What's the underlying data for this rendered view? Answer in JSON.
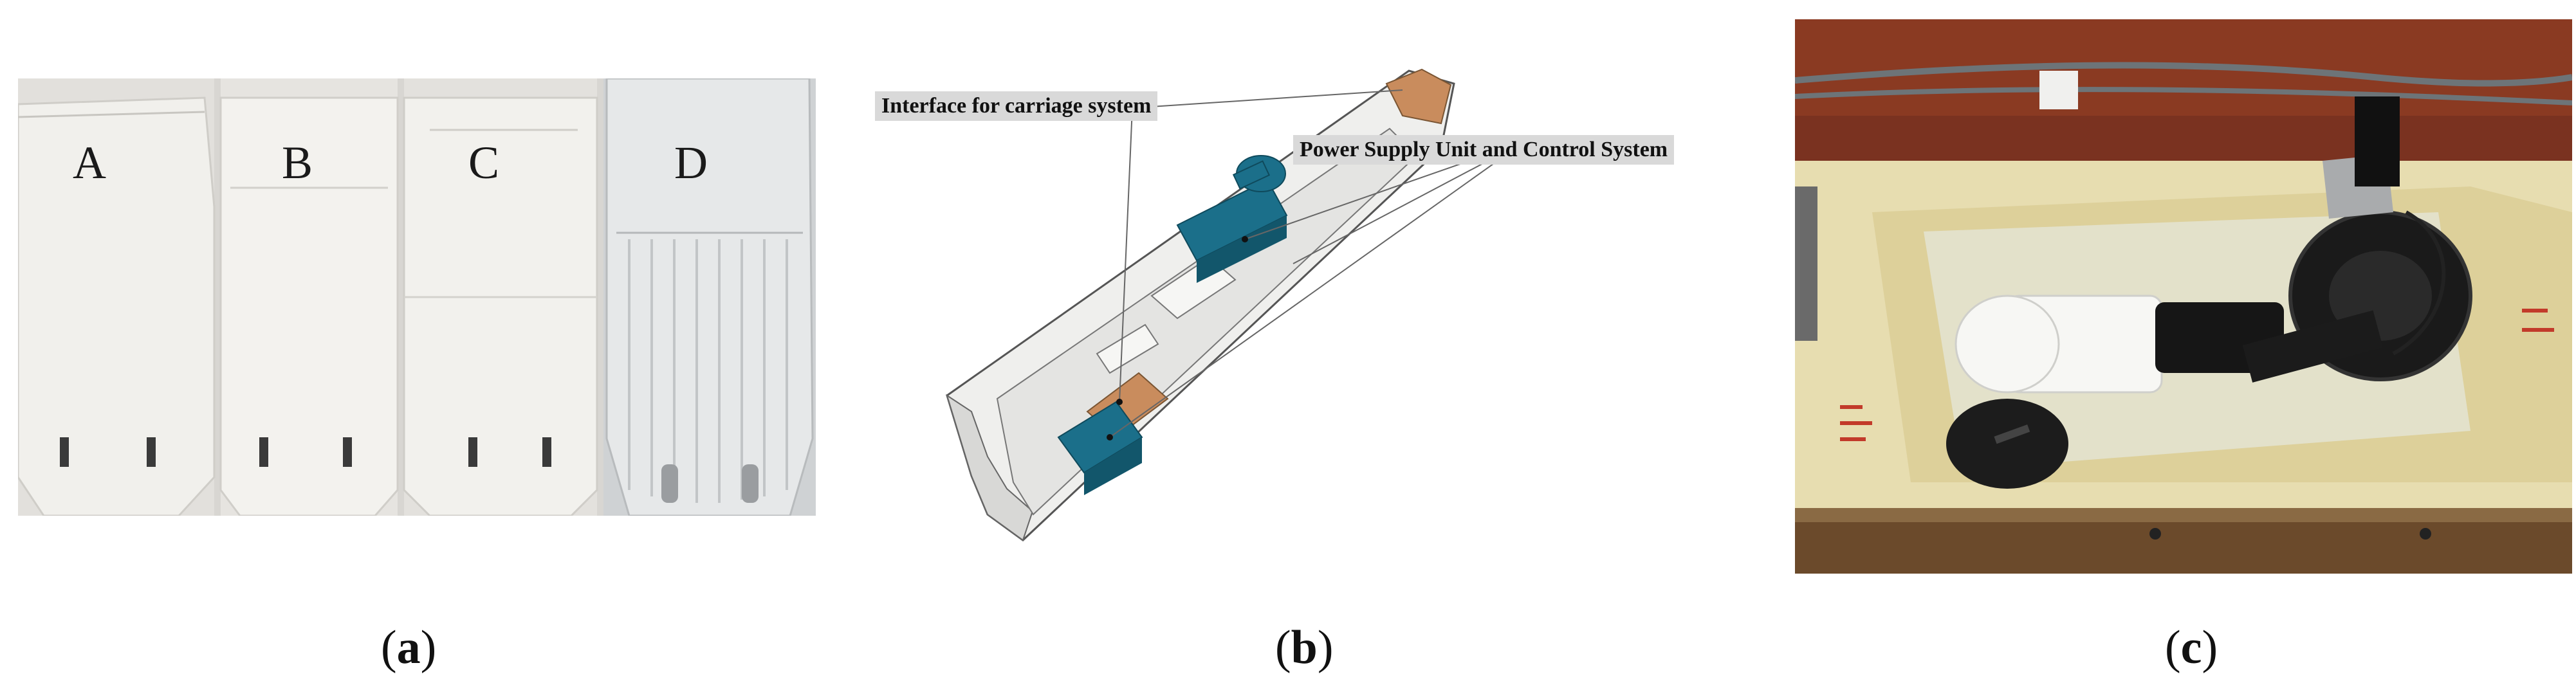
{
  "panel_a": {
    "hull_labels": [
      "A",
      "B",
      "C",
      "D"
    ],
    "caption": {
      "open": "(",
      "letter": "a",
      "close": ")"
    }
  },
  "panel_b": {
    "callouts": {
      "carriage": "Interface for carriage system",
      "power": "Power Supply Unit and Control System"
    },
    "caption": {
      "open": "(",
      "letter": "b",
      "close": ")"
    }
  },
  "panel_c": {
    "caption": {
      "open": "(",
      "letter": "c",
      "close": ")"
    }
  },
  "colors": {
    "hull_white": "#eeeeea",
    "component_teal": "#1b6f8a",
    "wood": "#c98c5d",
    "tank_red": "#8a3a22",
    "foam_yellow": "#e7ddb0"
  }
}
